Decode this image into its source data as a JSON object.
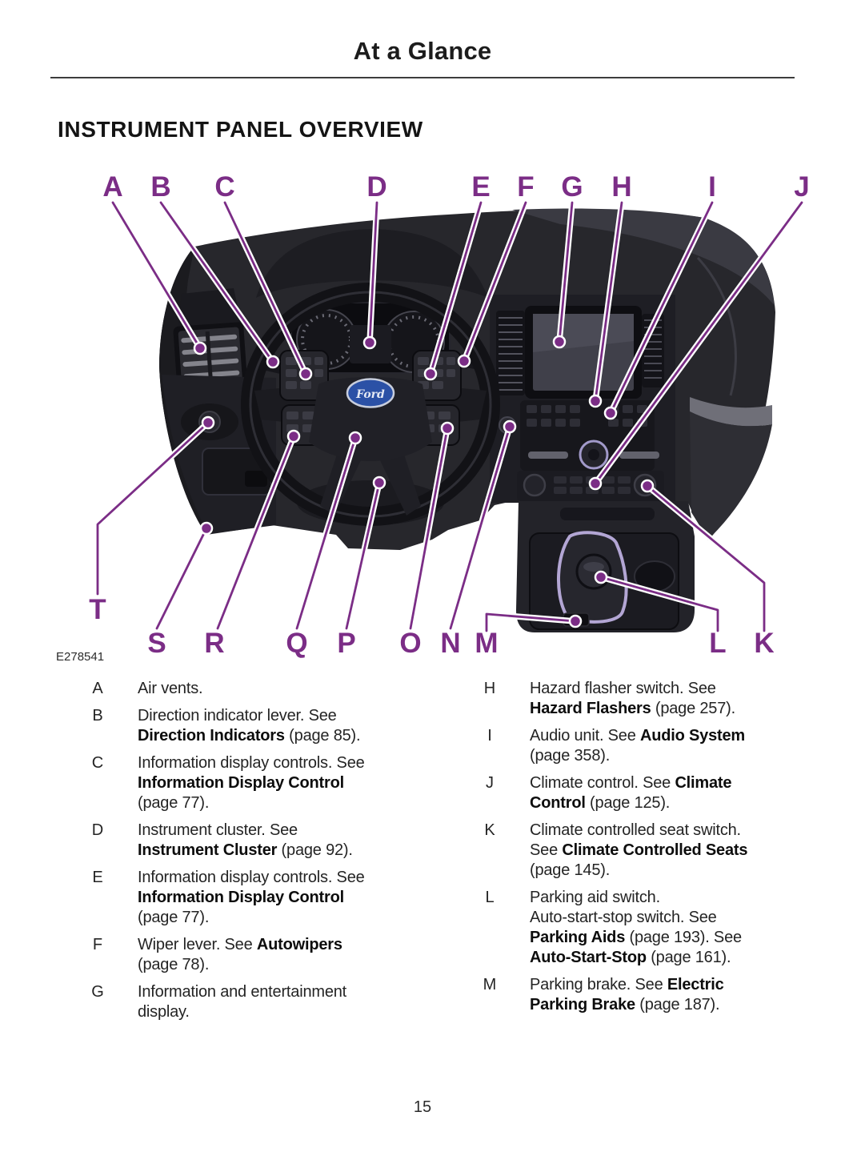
{
  "page": {
    "header_title": "At a Glance",
    "section_title": "INSTRUMENT PANEL OVERVIEW",
    "figure_code": "E278541",
    "page_number": "15"
  },
  "figure": {
    "description": "Instrument panel photo with lettered callouts",
    "brand_logo": "Ford",
    "callouts_top": [
      "A",
      "B",
      "C",
      "D",
      "E",
      "F",
      "G",
      "H",
      "I",
      "J"
    ],
    "callouts_bottom": [
      "T",
      "S",
      "R",
      "Q",
      "P",
      "O",
      "N",
      "M",
      "L",
      "K"
    ]
  },
  "legend": {
    "left": [
      {
        "key": "A",
        "text": "Air vents."
      },
      {
        "key": "B",
        "text": "Direction indicator lever. See\n**Direction Indicators** (page 85)."
      },
      {
        "key": "C",
        "text": "Information display controls. See\n**Information Display Control**\n(page 77)."
      },
      {
        "key": "D",
        "text": "Instrument cluster. See\n**Instrument Cluster** (page 92)."
      },
      {
        "key": "E",
        "text": "Information display controls. See\n**Information Display Control**\n(page 77)."
      },
      {
        "key": "F",
        "text": "Wiper lever. See **Autowipers**\n(page 78)."
      },
      {
        "key": "G",
        "text": "Information and entertainment\ndisplay."
      }
    ],
    "right": [
      {
        "key": "H",
        "text": "Hazard flasher switch. See\n**Hazard Flashers** (page 257)."
      },
      {
        "key": "I",
        "text": "Audio unit. See **Audio System**\n(page 358)."
      },
      {
        "key": "J",
        "text": "Climate control. See **Climate**\n**Control** (page 125)."
      },
      {
        "key": "K",
        "text": "Climate controlled seat switch.\nSee **Climate Controlled Seats**\n(page 145)."
      },
      {
        "key": "L",
        "text": "Parking aid switch.\nAuto-start-stop switch.  See\n**Parking Aids** (page 193).  See\n**Auto-Start-Stop** (page 161)."
      },
      {
        "key": "M",
        "text": "Parking brake.  See **Electric**\n**Parking Brake** (page 187)."
      }
    ]
  },
  "colors": {
    "callout_purple": "#7b2d86",
    "logo_blue": "#2b51a6",
    "dash_dark": "#27272c"
  }
}
